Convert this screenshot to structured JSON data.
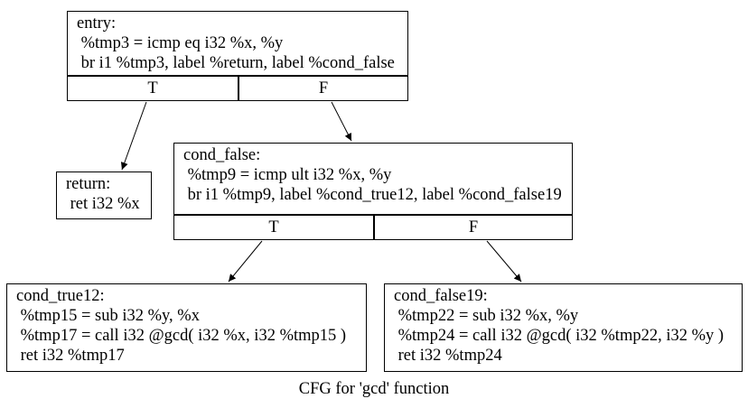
{
  "caption": "CFG for 'gcd' function",
  "colors": {
    "background": "#ffffff",
    "node_fill": "#ffffff",
    "line": "#000000",
    "text": "#000000"
  },
  "nodes": {
    "entry": {
      "label": "entry:",
      "lines": [
        " %tmp3 = icmp eq i32 %x, %y",
        " br i1 %tmp3, label %return, label %cond_false"
      ],
      "ports": {
        "t": "T",
        "f": "F"
      }
    },
    "return": {
      "label": "return:",
      "lines": [
        " ret i32 %x"
      ]
    },
    "cond_false": {
      "label": "cond_false:",
      "lines": [
        " %tmp9 = icmp ult i32 %x, %y",
        " br i1 %tmp9, label %cond_true12, label %cond_false19"
      ],
      "ports": {
        "t": "T",
        "f": "F"
      }
    },
    "cond_true12": {
      "label": "cond_true12:",
      "lines": [
        " %tmp15 = sub i32 %y, %x",
        " %tmp17 = call i32 @gcd( i32 %x, i32 %tmp15 )",
        " ret i32 %tmp17"
      ]
    },
    "cond_false19": {
      "label": "cond_false19:",
      "lines": [
        " %tmp22 = sub i32 %x, %y",
        " %tmp24 = call i32 @gcd( i32 %tmp22, i32 %y )",
        " ret i32 %tmp24"
      ]
    }
  },
  "edges": [
    {
      "from": "entry",
      "port": "T",
      "to": "return"
    },
    {
      "from": "entry",
      "port": "F",
      "to": "cond_false"
    },
    {
      "from": "cond_false",
      "port": "T",
      "to": "cond_true12"
    },
    {
      "from": "cond_false",
      "port": "F",
      "to": "cond_false19"
    }
  ]
}
